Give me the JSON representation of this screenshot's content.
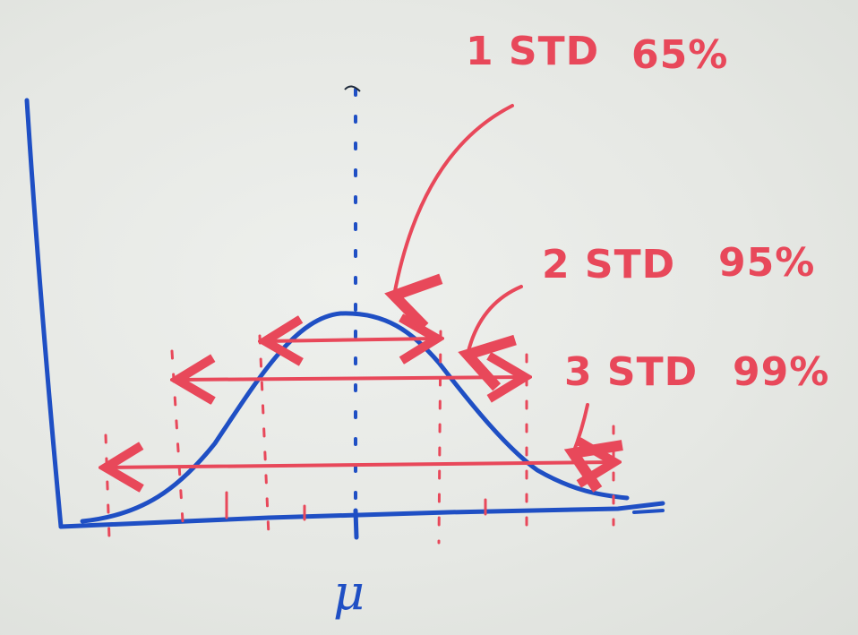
{
  "annotations": [
    {
      "label": "1 STD",
      "percent": "65%"
    },
    {
      "label": "2 STD",
      "percent": "95%"
    },
    {
      "label": "3 STD",
      "percent": "99%"
    }
  ],
  "mean_symbol": "μ",
  "colors": {
    "board": "#e4e6e2",
    "red_marker": "#e8485a",
    "blue_marker": "#1f4fc4"
  }
}
